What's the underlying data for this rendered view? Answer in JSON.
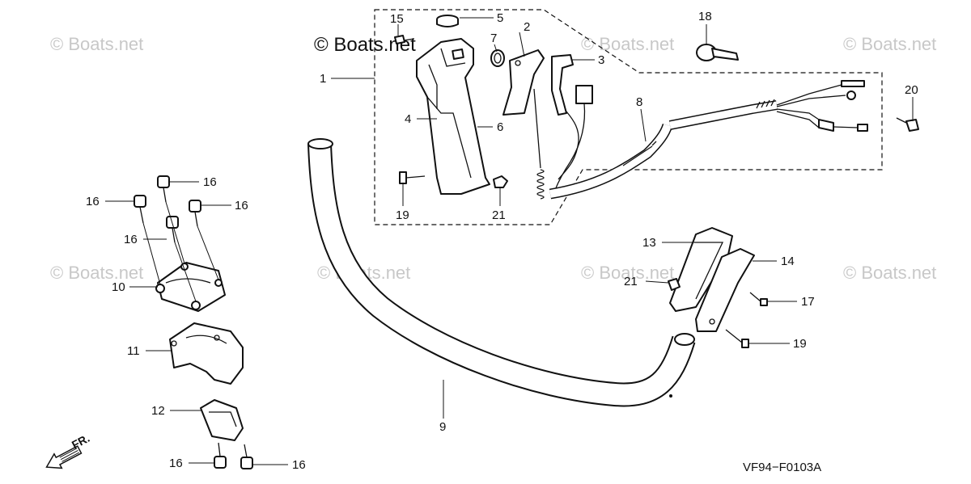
{
  "watermarks": {
    "main": "© Boats.net",
    "repeat": "© Boats.net"
  },
  "diagram_code": "VF94−F0103A",
  "direction_label": "FR.",
  "callouts": {
    "c1": "1",
    "c2": "2",
    "c3": "3",
    "c4": "4",
    "c5": "5",
    "c6": "6",
    "c7": "7",
    "c8": "8",
    "c9": "9",
    "c10": "10",
    "c11": "11",
    "c12": "12",
    "c13": "13",
    "c14": "14",
    "c15": "15",
    "c16a": "16",
    "c16b": "16",
    "c16c": "16",
    "c16d": "16",
    "c16e": "16",
    "c16f": "16",
    "c17": "17",
    "c18": "18",
    "c19a": "19",
    "c19b": "19",
    "c20": "20",
    "c21a": "21",
    "c21b": "21"
  },
  "colors": {
    "ink": "#111111",
    "watermark": "#c8c8c8",
    "background": "#ffffff"
  }
}
